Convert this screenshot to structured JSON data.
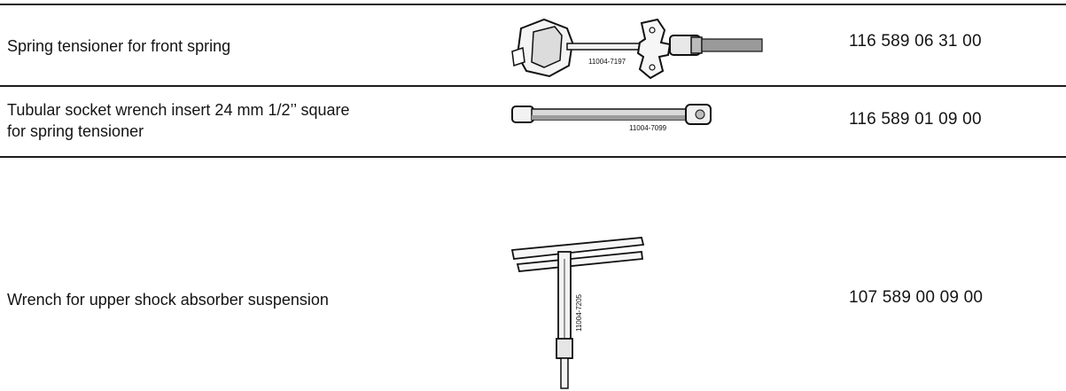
{
  "tools": [
    {
      "description": "Spring tensioner for front spring",
      "part_number": "116 589 06 31 00",
      "figure_ref": "11004-7197",
      "icon": "spring-tensioner-illustration"
    },
    {
      "description_line1": "Tubular socket wrench insert 24 mm 1/2’’ square",
      "description_line2": "for spring tensioner",
      "part_number": "116 589 01 09 00",
      "figure_ref": "11004-7099",
      "icon": "socket-wrench-insert-illustration"
    },
    {
      "description": "Wrench for upper shock absorber suspension",
      "part_number": "107 589 00 09 00",
      "figure_ref": "11004-7205",
      "icon": "t-handle-wrench-illustration"
    }
  ]
}
